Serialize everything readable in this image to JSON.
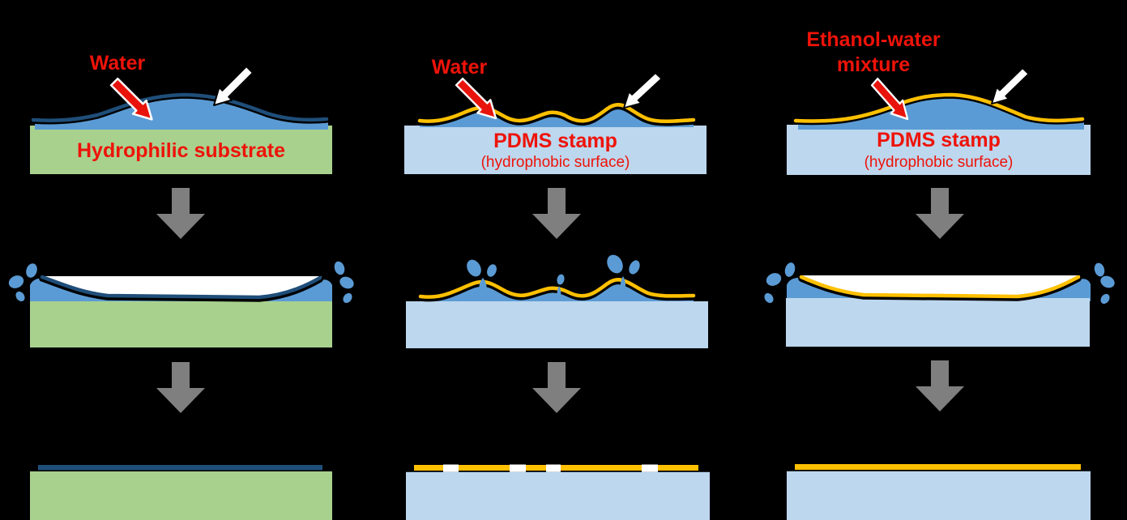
{
  "figure": {
    "background_color": "#000000",
    "label_color": "#ee1309",
    "columns": [
      {
        "liquid_label": "Water",
        "substrate_label": "Hydrophilic substrate",
        "substrate_sublabel": ""
      },
      {
        "liquid_label": "Water",
        "substrate_label": "PDMS stamp",
        "substrate_sublabel": "(hydrophobic surface)"
      },
      {
        "liquid_label_line1": "Ethanol-water",
        "liquid_label_line2": "mixture",
        "substrate_label": "PDMS stamp",
        "substrate_sublabel": "(hydrophobic surface)"
      }
    ],
    "colors": {
      "water_blue": "#5b9bd5",
      "film_navy": "#1f4e79",
      "film_yellow": "#ffc000",
      "substrate_green": "#a9d18e",
      "pdms_blue": "#bdd7ee",
      "arrow_gray": "#7f7f7f",
      "arrow_red": "#e8140c",
      "arrow_white": "#ffffff",
      "plate_white": "#ffffff",
      "outline_black": "#000000"
    }
  }
}
